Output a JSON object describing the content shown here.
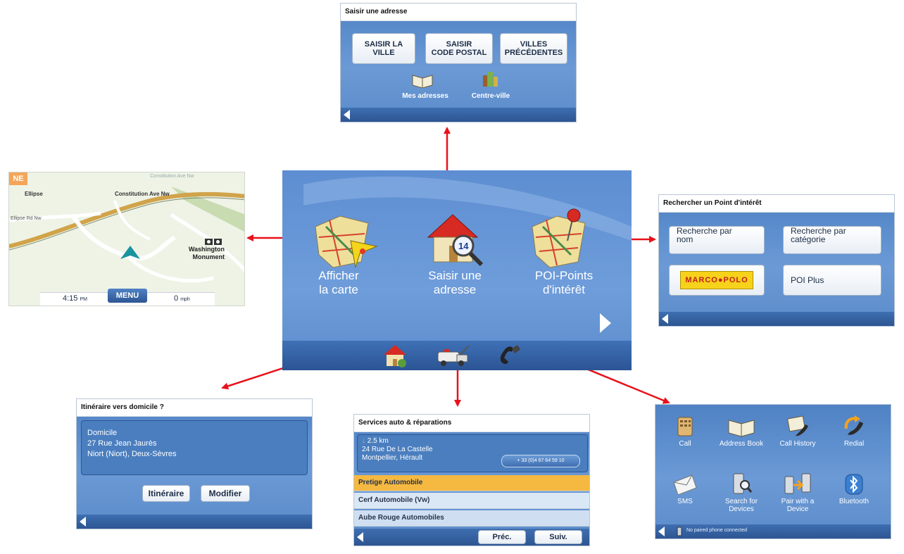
{
  "colors": {
    "arrow": "#e8111a",
    "brand_blue": "#3e6fb1",
    "highlight": "#f5b941"
  },
  "center": {
    "items": [
      {
        "label_line1": "Afficher",
        "label_line2": "la carte",
        "icon": "map-pointer-icon"
      },
      {
        "label_line1": "Saisir une",
        "label_line2": "adresse",
        "icon": "house-search-icon"
      },
      {
        "label_line1": "POI-Points",
        "label_line2": "d'intérêt",
        "icon": "map-pin-icon"
      }
    ],
    "bottom_icons": [
      "home-route-icon",
      "tow-truck-icon",
      "phone-icon"
    ],
    "next_icon": "next-arrow-icon"
  },
  "address_panel": {
    "title": "Saisir une adresse",
    "buttons": [
      {
        "line1": "SAISIR LA",
        "line2": "VILLE"
      },
      {
        "line1": "SAISIR",
        "line2": "CODE POSTAL"
      },
      {
        "line1": "VILLES",
        "line2": "PRÉCÉDENTES"
      }
    ],
    "links": [
      "Mes adresses",
      "Centre-ville"
    ]
  },
  "map_panel": {
    "heading": "NE",
    "streets": [
      "Ellipse",
      "Constitution Ave Nw",
      "Ellipse Rd Nw",
      "Constitution Ave Nw"
    ],
    "landmark_line1": "Washington",
    "landmark_line2": "Monument",
    "time": "4:15",
    "time_suffix": "PM",
    "menu": "MENU",
    "speed": "0",
    "speed_unit": "mph"
  },
  "poi_panel": {
    "title": "Rechercher un Point d'intérêt",
    "btn_name_line1": "Recherche par",
    "btn_name_line2": "nom",
    "btn_cat_line1": "Recherche par",
    "btn_cat_line2": "catégorie",
    "marco_polo": "MARCO●POLO",
    "poi_plus": "POI Plus"
  },
  "home_panel": {
    "title": "Itinéraire vers domicile ?",
    "addr_line1": "Domicile",
    "addr_line2": "27 Rue Jean Jaurès",
    "addr_line3": "Niort (Niort), Deux-Sèvres",
    "btn_route": "Itinéraire",
    "btn_modify": "Modifier"
  },
  "services_panel": {
    "title": "Services auto & réparations",
    "distance": "2.5 km",
    "addr_line1": "24 Rue De La Castelle",
    "addr_line2": "Montpellier, Hérault",
    "phone": "+ 33 (0)4 67 64 59 10",
    "rows": [
      "Pretige Automobile",
      "Cerf Automobile (Vw)",
      "Aube Rouge Automobiles"
    ],
    "prev": "Préc.",
    "next": "Suiv."
  },
  "phone_panel": {
    "items": [
      {
        "line1": "Call",
        "line2": ""
      },
      {
        "line1": "Address Book",
        "line2": ""
      },
      {
        "line1": "Call History",
        "line2": ""
      },
      {
        "line1": "Redial",
        "line2": ""
      },
      {
        "line1": "SMS",
        "line2": ""
      },
      {
        "line1": "Search for",
        "line2": "Devices"
      },
      {
        "line1": "Pair with a",
        "line2": "Device"
      },
      {
        "line1": "Bluetooth",
        "line2": ""
      }
    ],
    "status": "No paired phone connected"
  }
}
